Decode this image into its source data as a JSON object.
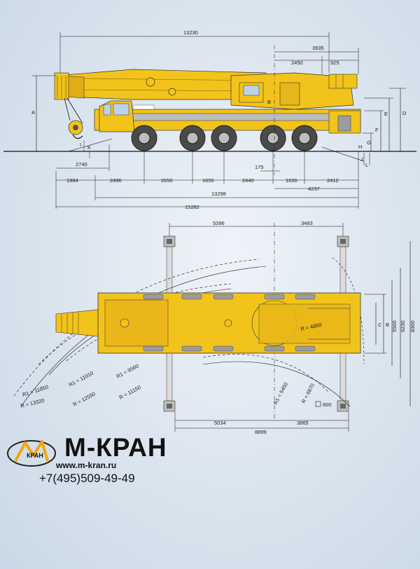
{
  "side_view": {
    "dims": {
      "overall_top": "13230",
      "rear_overhang_top": "3935",
      "rear_2450": "2450",
      "rear_925": "925",
      "front_2740": "2740",
      "front_1984": "1984",
      "axle_2496": "2496",
      "axle_2650": "2650",
      "axle_1650a": "1650",
      "axle_2440": "2440",
      "axle_1650b": "1650",
      "axle_2412": "2412",
      "offset_175": "175",
      "rear_4237": "4237",
      "length_13298": "13298",
      "length_15282": "15282"
    },
    "letters": {
      "A": "A",
      "B": "B",
      "D": "D",
      "E": "E",
      "F": "F",
      "G": "G",
      "H": "H",
      "I": "I",
      "J": "J",
      "K": "K",
      "L": "L"
    }
  },
  "plan_view": {
    "dims": {
      "top_5396": "5396",
      "top_3483": "3483",
      "bottom_5034": "5034",
      "bottom_3865": "3865",
      "bottom_8899": "8899",
      "pad_600": "600",
      "width_5500": "5500",
      "width_6230": "6230",
      "width_8300": "8300"
    },
    "letters": {
      "B": "B",
      "C": "C"
    },
    "radii": {
      "r4850": "R = 4850",
      "r1_5450": "R1 = 5450",
      "r_6870": "R = 6870",
      "r1_9560": "R1 = 9560",
      "r_11150": "R = 11150",
      "r1_11010": "R1 = 11010",
      "r_12550": "R = 12550",
      "r1_11850": "R1 = 11850",
      "r_13320": "R = 13320"
    }
  },
  "brand": {
    "logo_text": "М-КРАН",
    "name": "М-КРАН",
    "url": "www.m-kran.ru",
    "phone": "+7(495)509-49-49"
  },
  "colors": {
    "background": "#d9e3ee",
    "crane_yellow": "#f2c31a",
    "crane_dark": "#c9980f",
    "line": "#111111",
    "tire": "#4a4a4a"
  }
}
